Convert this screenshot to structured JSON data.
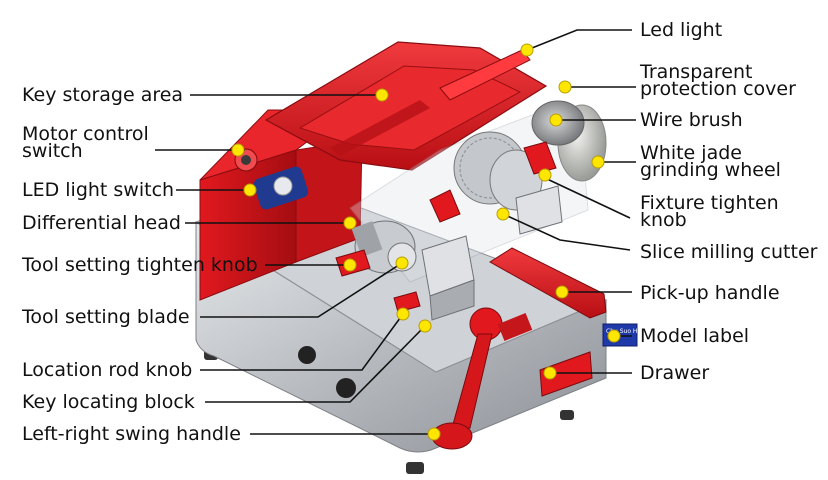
{
  "diagram": {
    "labels_left": {
      "key_storage_area": "Key storage area",
      "motor_control_switch": [
        "Motor control",
        "switch"
      ],
      "led_light_switch": "LED light switch",
      "differential_head": "Differential head",
      "tool_setting_tighten_knob": "Tool setting tighten knob",
      "tool_setting_blade": "Tool setting blade",
      "location_rod_knob": "Location rod knob",
      "key_locating_block": "Key locating block",
      "left_right_swing_handle": "Left-right swing handle"
    },
    "labels_right": {
      "led_light": "Led light",
      "transparent_protection_cover": [
        "Transparent",
        "protection cover"
      ],
      "wire_brush": "Wire brush",
      "white_jade_grinding_wheel": [
        "White jade",
        "grinding wheel"
      ],
      "fixture_tighten_knob": [
        "Fixture tighten",
        "knob"
      ],
      "slice_milling_cutter": "Slice milling cutter",
      "pick_up_handle": "Pick-up handle",
      "model_label": "Model label",
      "drawer": "Drawer"
    },
    "model_label_text": [
      "Chu Suo Hui"
    ],
    "colors": {
      "machine_red": "#d9161c",
      "machine_red_dark": "#9e0e12",
      "body_silver": "#b9bcc1",
      "marker_yellow": "#ffe600",
      "leader_line": "#111111"
    }
  }
}
